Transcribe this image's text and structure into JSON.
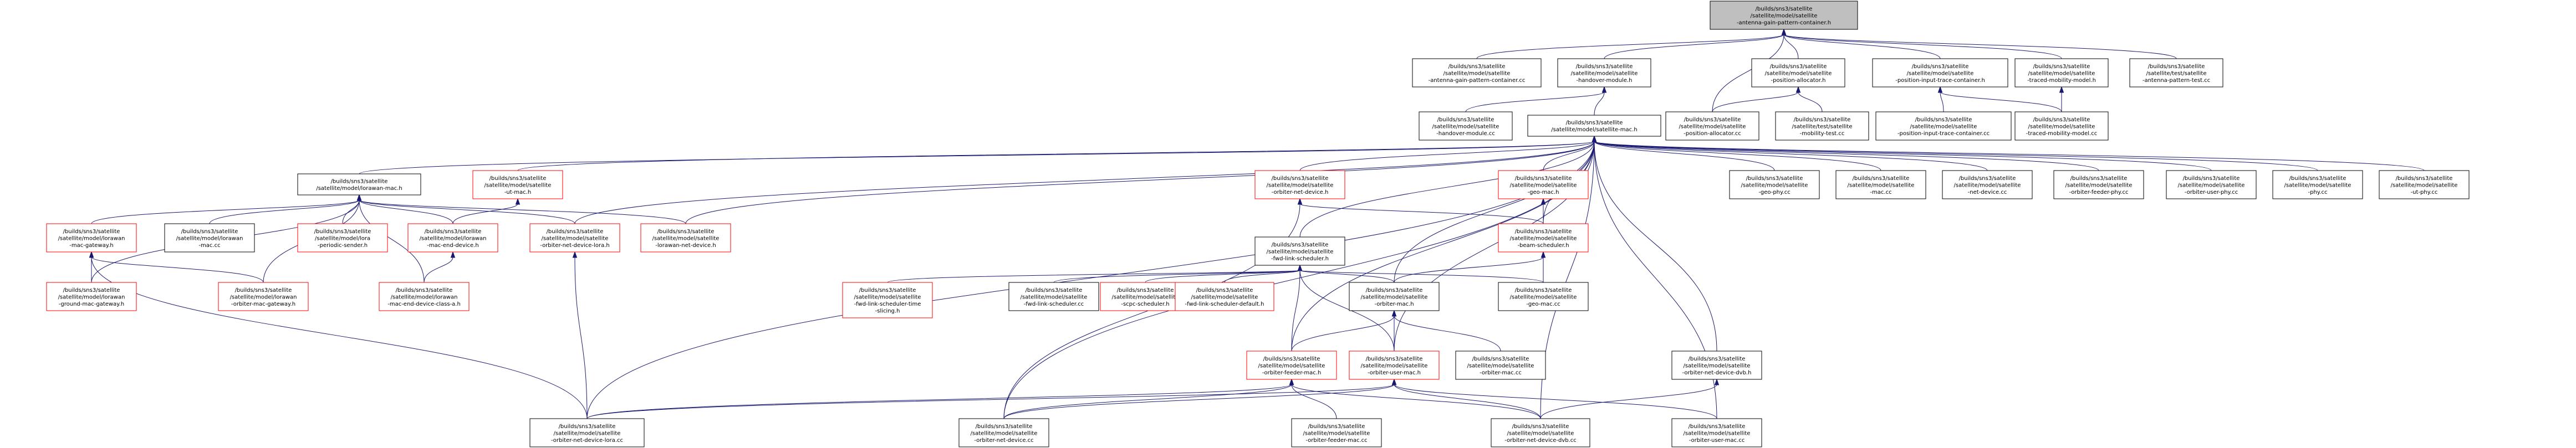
{
  "root": {
    "lines": [
      "/builds/sns3/satellite",
      "/satellite/model/satellite",
      "-antenna-gain-pattern-container.h"
    ]
  },
  "nodes": {
    "n_agpc_cc": {
      "lines": [
        "/builds/sns3/satellite",
        "/satellite/model/satellite",
        "-antenna-gain-pattern-container.cc"
      ]
    },
    "n_handover_h": {
      "lines": [
        "/builds/sns3/satellite",
        "/satellite/model/satellite",
        "-handover-module.h"
      ]
    },
    "n_posalloc_h": {
      "lines": [
        "/builds/sns3/satellite",
        "/satellite/model/satellite",
        "-position-allocator.h"
      ]
    },
    "n_pitc_h": {
      "lines": [
        "/builds/sns3/satellite",
        "/satellite/model/satellite",
        "-position-input-trace-container.h"
      ]
    },
    "n_tmm_h": {
      "lines": [
        "/builds/sns3/satellite",
        "/satellite/model/satellite",
        "-traced-mobility-model.h"
      ]
    },
    "n_agpt_cc": {
      "lines": [
        "/builds/sns3/satellite",
        "/satellite/test/satellite",
        "-antenna-pattern-test.cc"
      ]
    },
    "n_handover_cc": {
      "lines": [
        "/builds/sns3/satellite",
        "/satellite/model/satellite",
        "-handover-module.cc"
      ]
    },
    "n_mac_h": {
      "lines": [
        "/builds/sns3/satellite",
        "/satellite/model/satellite-mac.h"
      ]
    },
    "n_posalloc_cc": {
      "lines": [
        "/builds/sns3/satellite",
        "/satellite/model/satellite",
        "-position-allocator.cc"
      ]
    },
    "n_mobtest_cc": {
      "lines": [
        "/builds/sns3/satellite",
        "/satellite/test/satellite",
        "-mobility-test.cc"
      ]
    },
    "n_pitc_cc": {
      "lines": [
        "/builds/sns3/satellite",
        "/satellite/model/satellite",
        "-position-input-trace-container.cc"
      ]
    },
    "n_tmm_cc": {
      "lines": [
        "/builds/sns3/satellite",
        "/satellite/model/satellite",
        "-traced-mobility-model.cc"
      ]
    },
    "n_lwmac_h": {
      "lines": [
        "/builds/sns3/satellite",
        "/satellite/model/lorawan-mac.h"
      ]
    },
    "n_utmac_h": {
      "lines": [
        "/builds/sns3/satellite",
        "/satellite/model/satellite",
        "-ut-mac.h"
      ]
    },
    "n_ond_h": {
      "lines": [
        "/builds/sns3/satellite",
        "/satellite/model/satellite",
        "-orbiter-net-device.h"
      ]
    },
    "n_gemac_h": {
      "lines": [
        "/builds/sns3/satellite",
        "/satellite/model/satellite",
        "-geo-mac.h"
      ]
    },
    "n_gephy_cc": {
      "lines": [
        "/builds/sns3/satellite",
        "/satellite/model/satellite",
        "-geo-phy.cc"
      ]
    },
    "n_mac_cc": {
      "lines": [
        "/builds/sns3/satellite",
        "/satellite/model/satellite",
        "-mac.cc"
      ]
    },
    "n_netdev_cc": {
      "lines": [
        "/builds/sns3/satellite",
        "/satellite/model/satellite",
        "-net-device.cc"
      ]
    },
    "n_ofphy_cc": {
      "lines": [
        "/builds/sns3/satellite",
        "/satellite/model/satellite",
        "-orbiter-feeder-phy.cc"
      ]
    },
    "n_ouphy_cc": {
      "lines": [
        "/builds/sns3/satellite",
        "/satellite/model/satellite",
        "-orbiter-user-phy.cc"
      ]
    },
    "n_phy_cc": {
      "lines": [
        "/builds/sns3/satellite",
        "/satellite/model/satellite",
        "-phy.cc"
      ]
    },
    "n_utphy_cc": {
      "lines": [
        "/builds/sns3/satellite",
        "/satellite/model/satellite",
        "-ut-phy.cc"
      ]
    },
    "n_lwmacgw_h": {
      "lines": [
        "/builds/sns3/satellite",
        "/satellite/model/lorawan",
        "-mac-gateway.h"
      ]
    },
    "n_lwmac_cc": {
      "lines": [
        "/builds/sns3/satellite",
        "/satellite/model/lorawan",
        "-mac.cc"
      ]
    },
    "n_lora_ps_h": {
      "lines": [
        "/builds/sns3/satellite",
        "/satellite/model/lora",
        "-periodic-sender.h"
      ]
    },
    "n_lwmaced_h": {
      "lines": [
        "/builds/sns3/satellite",
        "/satellite/model/lorawan",
        "-mac-end-device.h"
      ]
    },
    "n_ondlora_h": {
      "lines": [
        "/builds/sns3/satellite",
        "/satellite/model/satellite",
        "-orbiter-net-device-lora.h"
      ]
    },
    "n_lwnd_h": {
      "lines": [
        "/builds/sns3/satellite",
        "/satellite/model/satellite",
        "-lorawan-net-device.h"
      ]
    },
    "n_fls_h": {
      "lines": [
        "/builds/sns3/satellite",
        "/satellite/model/satellite",
        "-fwd-link-scheduler.h"
      ]
    },
    "n_beam_h": {
      "lines": [
        "/builds/sns3/satellite",
        "/satellite/model/satellite",
        "-beam-scheduler.h"
      ]
    },
    "n_lwgmgw_h": {
      "lines": [
        "/builds/sns3/satellite",
        "/satellite/model/lorawan",
        "-ground-mac-gateway.h"
      ]
    },
    "n_lwomgw_h": {
      "lines": [
        "/builds/sns3/satellite",
        "/satellite/model/lorawan",
        "-orbiter-mac-gateway.h"
      ]
    },
    "n_lwmedca_h": {
      "lines": [
        "/builds/sns3/satellite",
        "/satellite/model/lorawan",
        "-mac-end-device-class-a.h"
      ]
    },
    "n_flsts_h": {
      "lines": [
        "/builds/sns3/satellite",
        "/satellite/model/satellite",
        "-fwd-link-scheduler-time",
        "-slicing.h"
      ]
    },
    "n_fls_cc": {
      "lines": [
        "/builds/sns3/satellite",
        "/satellite/model/satellite",
        "-fwd-link-scheduler.cc"
      ]
    },
    "n_scpc_h": {
      "lines": [
        "/builds/sns3/satellite",
        "/satellite/model/satellite",
        "-scpc-scheduler.h"
      ]
    },
    "n_flsd_h": {
      "lines": [
        "/builds/sns3/satellite",
        "/satellite/model/satellite",
        "-fwd-link-scheduler-default.h"
      ]
    },
    "n_omac_h": {
      "lines": [
        "/builds/sns3/satellite",
        "/satellite/model/satellite",
        "-orbiter-mac.h"
      ]
    },
    "n_gemac_cc": {
      "lines": [
        "/builds/sns3/satellite",
        "/satellite/model/satellite",
        "-geo-mac.cc"
      ]
    },
    "n_ofmac_h": {
      "lines": [
        "/builds/sns3/satellite",
        "/satellite/model/satellite",
        "-orbiter-feeder-mac.h"
      ]
    },
    "n_oumac_h": {
      "lines": [
        "/builds/sns3/satellite",
        "/satellite/model/satellite",
        "-orbiter-user-mac.h"
      ]
    },
    "n_omac_cc": {
      "lines": [
        "/builds/sns3/satellite",
        "/satellite/model/satellite",
        "-orbiter-mac.cc"
      ]
    },
    "n_onddvb_h": {
      "lines": [
        "/builds/sns3/satellite",
        "/satellite/model/satellite",
        "-orbiter-net-device-dvb.h"
      ]
    },
    "n_ondlora_cc": {
      "lines": [
        "/builds/sns3/satellite",
        "/satellite/model/satellite",
        "-orbiter-net-device-lora.cc"
      ]
    },
    "n_ond_cc": {
      "lines": [
        "/builds/sns3/satellite",
        "/satellite/model/satellite",
        "-orbiter-net-device.cc"
      ]
    },
    "n_ofmac_cc": {
      "lines": [
        "/builds/sns3/satellite",
        "/satellite/model/satellite",
        "-orbiter-feeder-mac.cc"
      ]
    },
    "n_onddvb_cc": {
      "lines": [
        "/builds/sns3/satellite",
        "/satellite/model/satellite",
        "-orbiter-net-device-dvb.cc"
      ]
    },
    "n_oumac_cc": {
      "lines": [
        "/builds/sns3/satellite",
        "/satellite/model/satellite",
        "-orbiter-user-mac.cc"
      ]
    }
  },
  "colors": {
    "edge": "#191970",
    "root_fill": "#bfbfbf",
    "normal_border": "#000000",
    "red_border": "#ff0000"
  }
}
